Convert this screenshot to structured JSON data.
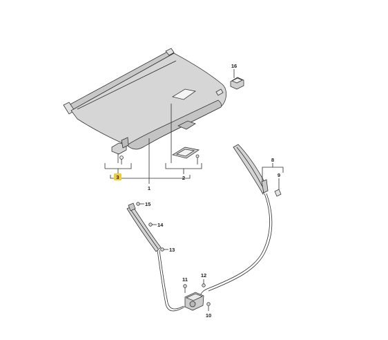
{
  "callouts": {
    "c1": "1",
    "c2": "2",
    "c3": "3",
    "c8": "8",
    "c9": "9",
    "c10": "10",
    "c11": "11",
    "c12": "12",
    "c13": "13",
    "c14": "14",
    "c15": "15",
    "c16": "16"
  },
  "colors": {
    "part_fill": "#d9d9d9",
    "part_dark": "#bdbdbd",
    "highlight": "#f2cc35",
    "line": "#2b2b2b"
  }
}
